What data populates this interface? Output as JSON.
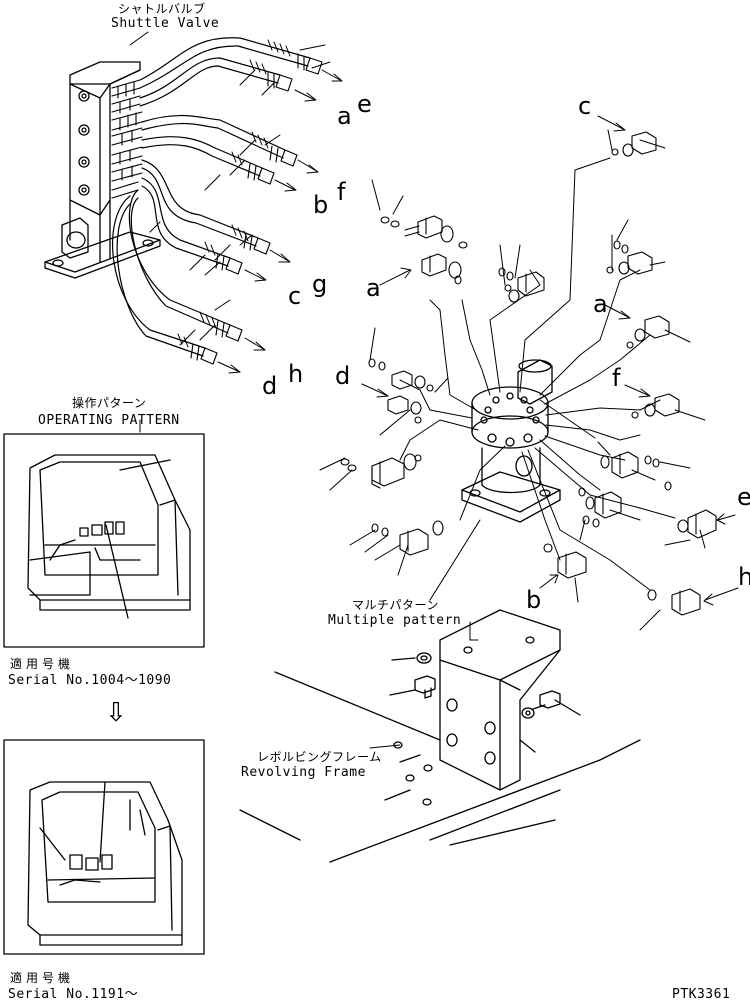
{
  "labels": {
    "shuttle_valve_jp": "シャトルバルブ",
    "shuttle_valve_en": "Shuttle Valve",
    "operating_pattern_jp": "操作パターン",
    "operating_pattern_en": "OPERATING PATTERN",
    "applicable_model_jp_1": "適用号機",
    "serial_1": "Serial No.1004～1090",
    "applicable_model_jp_2": "適用号機",
    "serial_2": "Serial No.1191～",
    "multiple_pattern_jp": "マルチパターン",
    "multiple_pattern_en": "Multiple pattern",
    "revolving_frame_jp": "レボルビングフレーム",
    "revolving_frame_en": "Revolving Frame",
    "drawing_id": "PTK3361"
  },
  "letters": {
    "a1": "a",
    "e1": "e",
    "b1": "b",
    "f1": "f",
    "c1": "c",
    "g1": "g",
    "d1": "d",
    "h1": "h",
    "c2": "c",
    "a2": "a",
    "d2": "d",
    "a3": "a",
    "f2": "f",
    "e2": "e",
    "b2": "b",
    "h2": "h"
  },
  "arrow": "⇩"
}
